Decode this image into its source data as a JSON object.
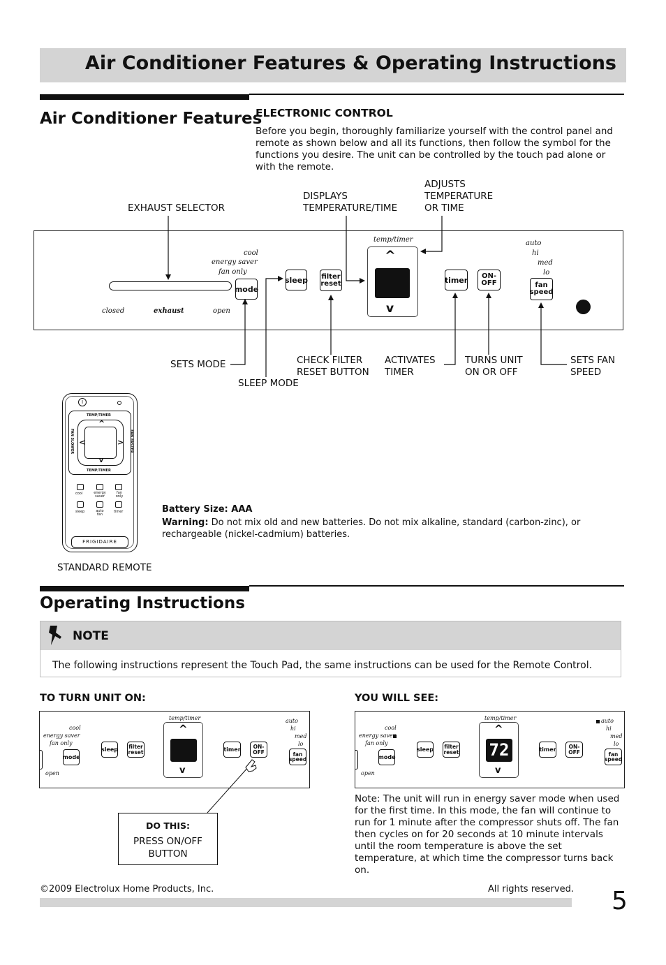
{
  "header": {
    "title": "Air Conditioner Features & Operating Instructions"
  },
  "features": {
    "heading": "Air Conditioner Features",
    "electronic_control": {
      "title": "ELECTRONIC CONTROL",
      "desc": "Before you begin, thoroughly familiarize yourself with the control panel and remote as shown below and all its functions, then follow the symbol for the functions you desire. The unit can be controlled by the touch pad alone or with the remote."
    },
    "callouts": {
      "exhaust_selector": "EXHAUST SELECTOR",
      "displays_1": "DISPLAYS",
      "displays_2": "TEMPERATURE/TIME",
      "adjusts_1": "ADJUSTS",
      "adjusts_2": "TEMPERATURE",
      "adjusts_3": "OR TIME",
      "sets_mode": "SETS MODE",
      "sleep_mode": "SLEEP MODE",
      "check_filter_1": "CHECK FILTER",
      "check_filter_2": "RESET BUTTON",
      "activates_1": "ACTIVATES",
      "activates_2": "TIMER",
      "turns_1": "TURNS UNIT",
      "turns_2": "ON OR OFF",
      "sets_fan_1": "SETS FAN",
      "sets_fan_2": "SPEED"
    },
    "panel": {
      "mode_list": [
        "cool",
        "energy saver",
        "fan only"
      ],
      "exhaust_labels": [
        "closed",
        "exhaust",
        "open"
      ],
      "fan_list": [
        "auto",
        "hi",
        "med",
        "lo"
      ],
      "temp_timer": "temp/timer",
      "buttons": {
        "mode": "mode",
        "sleep": "sleep",
        "filter_1": "filter",
        "filter_2": "reset",
        "timer": "timer",
        "onoff_1": "ON-",
        "onoff_2": "OFF",
        "fan_1": "fan",
        "fan_2": "speed"
      },
      "display_value": "72"
    },
    "remote": {
      "caption": "STANDARD REMOTE",
      "top_label": "TEMP/TIMER",
      "bottom_label": "TEMP/TIMER",
      "left_label": "FAN SLOWER",
      "right_label": "FAN FASTER",
      "row1": [
        "cool",
        "energy saver",
        "fan only"
      ],
      "row2": [
        "sleep",
        "auto fan",
        "timer"
      ],
      "brand": "FRIGIDAIRE"
    },
    "battery": {
      "size_label": "Battery Size: AAA",
      "warning_label": "Warning:",
      "warning_text": " Do not mix old and new batteries. Do not mix alkaline, standard (carbon-zinc), or rechargeable (nickel-cadmium) batteries."
    }
  },
  "operating": {
    "heading": "Operating Instructions",
    "note_title": "NOTE",
    "note_text": "The following instructions represent the Touch Pad, the same instructions can be used for the Remote Control.",
    "turn_on_title": "TO TURN UNIT ON:",
    "you_will_see_title": "YOU WILL SEE:",
    "do_this_title": "DO THIS:",
    "do_this_1": "PRESS ON/OFF",
    "do_this_2": "BUTTON",
    "note2": "Note: The unit will run in energy saver mode when used for the first time. In this mode, the fan will continue to run for 1 minute after the compressor shuts off. The fan then cycles on for 20 seconds at 10 minute intervals until the room temperature is above the set temperature, at which time the compressor turns back on.",
    "small_open": "open"
  },
  "footer": {
    "copyright": "©2009 Electrolux Home Products, Inc.",
    "rights": "All rights reserved.",
    "page_number": "5"
  }
}
